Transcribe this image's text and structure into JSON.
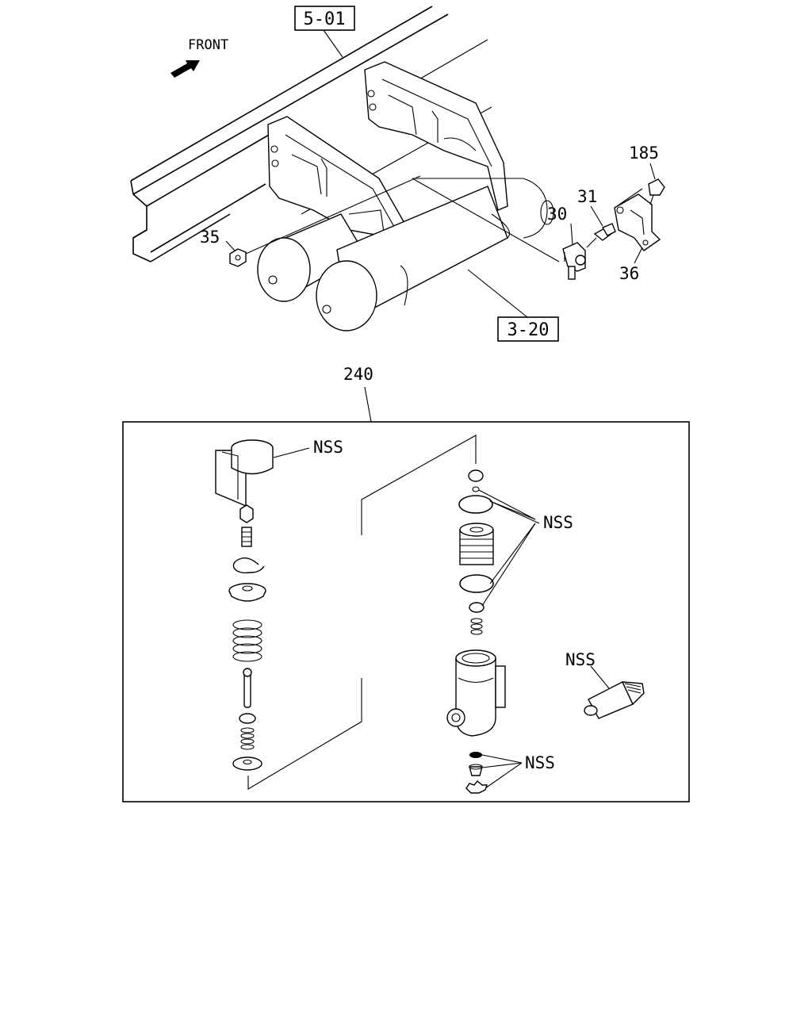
{
  "refs": {
    "frame_ref": "5-01",
    "tank_ref": "3-20"
  },
  "orientation": {
    "front_label": "FRONT"
  },
  "callouts": {
    "p185": "185",
    "p31": "31",
    "p30": "30",
    "p35": "35",
    "p36": "36",
    "p240": "240"
  },
  "nss": {
    "a": "NSS",
    "b": "NSS",
    "c": "NSS",
    "d": "NSS"
  }
}
